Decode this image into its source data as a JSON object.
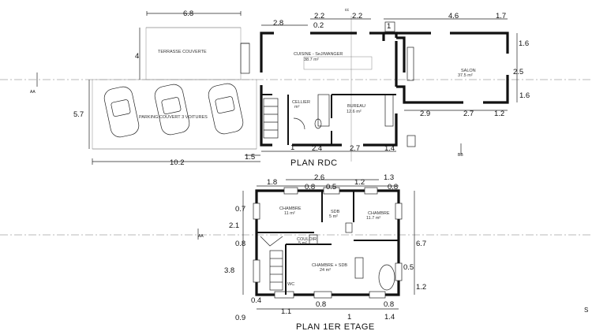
{
  "ground_floor": {
    "title": "PLAN RDC",
    "rooms": {
      "terrace": "TERRASSE COUVERTE",
      "kitchen_name": "CUISINE - SeJ/MANGER",
      "kitchen_area": "38.7 m²",
      "laundry_name": "CELLIER",
      "laundry_area": "m²",
      "office_name": "BUREAU",
      "office_area": "12.6 m²",
      "living_name": "SALON",
      "living_area": "37.5 m²",
      "parking": "PARKING COUVERT 3 VOITURES"
    },
    "dims": {
      "top_terrace": "6.8",
      "top_2_8": "2.8",
      "top_2_2a": "2.2",
      "top_2_2b": "2.2",
      "top_0_2": "0.2",
      "top_cc": "cc",
      "top_4_6": "4.6",
      "top_1_7": "1.7",
      "right_1_6a": "1.6",
      "right_2_5": "2.5",
      "right_1_6b": "1.6",
      "left_5_7": "5.7",
      "left_4": "4",
      "mid_2_9": "2.9",
      "mid_2_7": "2.7",
      "mid_1_2": "1.2",
      "bot_1": "1",
      "bot_2_4": "2.4",
      "bot_2_7": "2.7",
      "bot_1_4": "1.4",
      "bot_1_5": "1.5",
      "bot_10_2": "10.2",
      "wall_1": "1",
      "axis_mark_left": "AA",
      "axis_mark_right": "BB"
    }
  },
  "upper_floor": {
    "title": "PLAN 1ER ETAGE",
    "rooms": {
      "bed1_name": "CHAMBRE",
      "bed1_area": "11 m²",
      "sdb_name": "SDB",
      "sdb_area": "5 m²",
      "bed2_name": "CHAMBRE",
      "bed2_area": "11.7 m²",
      "landing_name": "COULOIR",
      "landing_area": "5 m²",
      "bed3_name": "CHAMBRE + SDB",
      "bed3_area": "24 m²",
      "wc": "WC"
    },
    "dims": {
      "top_2_6": "2.6",
      "top_1_3": "1.3",
      "top_1_8": "1.8",
      "top_0_8a": "0.8",
      "top_0_5": "0.5",
      "top_1_2": "1.2",
      "top_0_8b": "0.8",
      "left_0_7": "0.7",
      "left_2_1": "2.1",
      "left_0_8": "0.8",
      "left_3_8": "3.8",
      "left_0_4": "0.4",
      "left_0_9": "0.9",
      "right_6_7": "6.7",
      "right_0_5": "0.5",
      "right_1_2": "1.2",
      "bot_1_1": "1.1",
      "bot_0_8a": "0.8",
      "bot_0_8b": "0.8",
      "bot_1": "1",
      "bot_1_4": "1.4",
      "axis_mark_left": "AA",
      "corner_mark": "S"
    }
  }
}
